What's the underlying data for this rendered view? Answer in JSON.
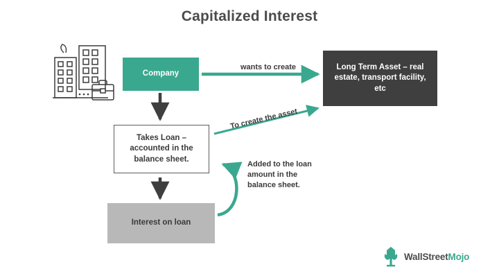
{
  "page": {
    "title": "Capitalized Interest",
    "background": "#ffffff"
  },
  "colors": {
    "teal": "#3aa88f",
    "dark": "#3f3f3f",
    "grey": "#b8b8b8",
    "outline": "#5c5c5c",
    "text": "#3a3a3a",
    "title": "#4b4b4b"
  },
  "nodes": {
    "company": {
      "label": "Company",
      "fill": "#3aa88f",
      "text_color": "#ffffff"
    },
    "asset": {
      "label": "Long Term Asset – real estate, transport facility, etc",
      "fill": "#3f3f3f",
      "text_color": "#ffffff"
    },
    "loan": {
      "label": "Takes Loan – accounted in the balance sheet.",
      "fill": "#ffffff",
      "text_color": "#3a3a3a"
    },
    "interest": {
      "label": "Interest on loan",
      "fill": "#b8b8b8",
      "text_color": "#3a3a3a"
    }
  },
  "edges": {
    "company_to_asset": {
      "label": "wants to create",
      "color": "#3aa88f"
    },
    "company_to_loan": {
      "label": "",
      "color": "#3f3f3f"
    },
    "loan_to_asset": {
      "label": "To create the asset",
      "color": "#3aa88f"
    },
    "loan_to_interest": {
      "label": "",
      "color": "#3f3f3f"
    },
    "interest_to_loan": {
      "label": "Added to the loan amount in the balance sheet.",
      "color": "#3aa88f"
    }
  },
  "brand": {
    "name_prefix": "WallStreet",
    "name_suffix": "Mojo",
    "icon": "wallstreetmojo-logo"
  },
  "decor": {
    "building_icon": "office-building-icon",
    "briefcase_icon": "briefcase-icon"
  }
}
